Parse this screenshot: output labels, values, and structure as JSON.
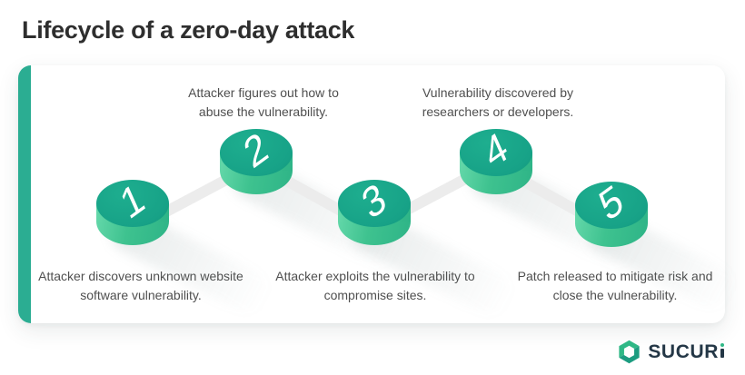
{
  "title": "Lifecycle of a zero-day attack",
  "steps": [
    {
      "number": "1",
      "caption": "Attacker discovers unknown website software vulnerability.",
      "caption_position": "bottom"
    },
    {
      "number": "2",
      "caption": "Attacker figures out how to abuse the vulnerability.",
      "caption_position": "top"
    },
    {
      "number": "3",
      "caption": "Attacker exploits the vulnerability to compromise sites.",
      "caption_position": "bottom"
    },
    {
      "number": "4",
      "caption": "Vulnerability discovered by researchers or developers.",
      "caption_position": "top"
    },
    {
      "number": "5",
      "caption": "Patch released to mitigate risk and close the vulnerability.",
      "caption_position": "bottom"
    }
  ],
  "logo": {
    "text": "SUCURi",
    "prefix": "SUCUR",
    "icon": "sucuri-hexagon-s-icon"
  },
  "colors": {
    "accent": "#2BAD92",
    "cylinder_top": "#17A287",
    "cylinder_side_light": "#66D9AB",
    "cylinder_side_dark": "#2EB487",
    "connector": "#ECECEC",
    "title_text": "#2E2E2E",
    "caption_text": "#4F4F4F",
    "brand_dark": "#243746",
    "brand_green": "#2FB886",
    "number_text": "#FFFFFF",
    "card_background": "#FFFFFF"
  }
}
